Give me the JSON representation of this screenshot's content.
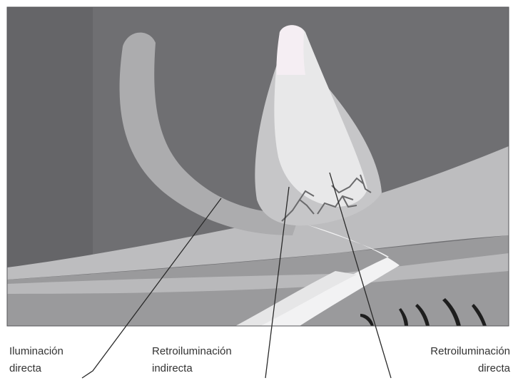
{
  "labels": {
    "direct_illumination": {
      "line1": "Iluminación",
      "line2": "directa"
    },
    "indirect_retroillumination": {
      "line1": "Retroiluminación",
      "line2": "indirecta"
    },
    "direct_retroillumination": {
      "line1": "Retroiluminación",
      "line2": "directa"
    }
  },
  "colors": {
    "background": "#6f6f72",
    "light_beam": "#a9a9ab",
    "iris": "#c4c4c6",
    "lens": "#e9e9ea",
    "cornea_highlight": "#f4f2f4",
    "eyelashes": "#1e1e1e",
    "leader_line": "#2a2a2a"
  }
}
